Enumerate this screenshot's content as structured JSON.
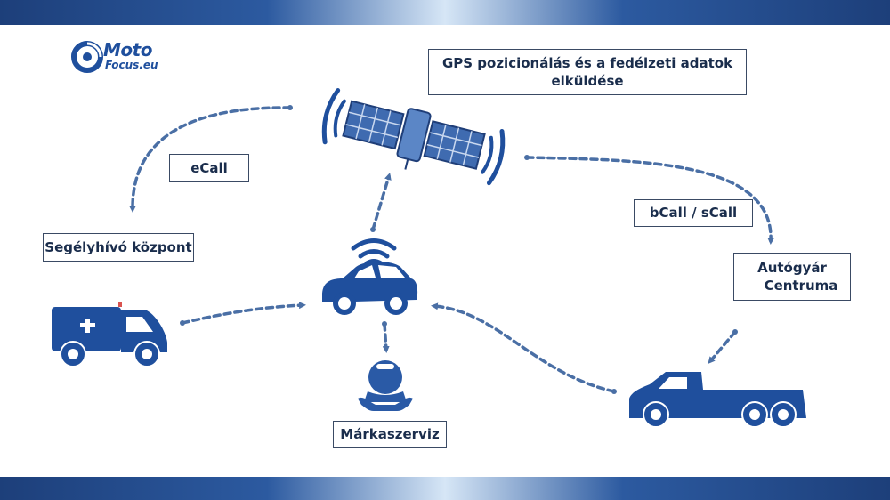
{
  "brand": {
    "moto": "Moto",
    "focus": "Focus.eu"
  },
  "colors": {
    "primary": "#1f4f9d",
    "arrow": "#4a6fa5",
    "box_border": "#3a4a64",
    "text": "#1a2d4c"
  },
  "labels": {
    "gps_line1": "GPS pozicionálás és a fedélzeti adatok",
    "gps_line2": "elküldése",
    "ecall": "eCall",
    "emergency_center": "Segélyhívó központ",
    "bcall_scall": "bCall / sCall",
    "manufacturer_line1": "Autógyár",
    "manufacturer_line2": "Centruma",
    "brand_service": "Márkaszerviz"
  },
  "icons": [
    "satellite-icon",
    "wifi-signal-icon",
    "car-icon",
    "ambulance-icon",
    "pickup-truck-icon",
    "mechanic-icon"
  ]
}
